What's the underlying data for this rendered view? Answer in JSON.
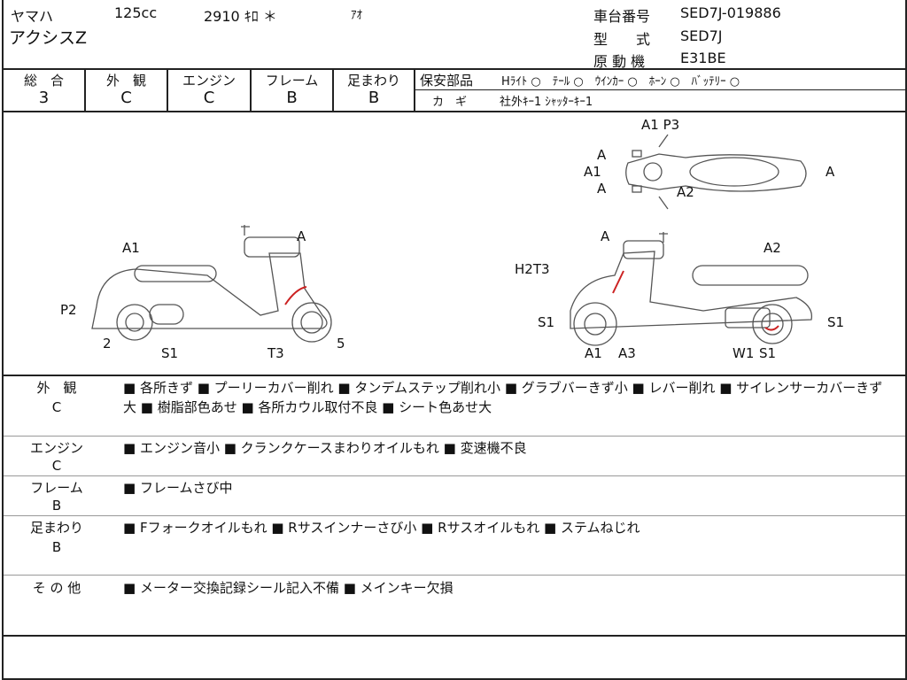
{
  "header": {
    "maker": "ヤマハ",
    "cc": "125cc",
    "mileage": "2910 ｷﾛ ＊",
    "color": "ｱｵ",
    "model": "アクシスZ",
    "frame_no_label": "車台番号",
    "frame_no": "SED7J-019886",
    "type_label": "型　　式",
    "type": "SED7J",
    "engine_label": "原 動 機",
    "engine": "E31BE"
  },
  "grades": [
    {
      "label": "総　合",
      "value": "3"
    },
    {
      "label": "外　観",
      "value": "C"
    },
    {
      "label": "エンジン",
      "value": "C"
    },
    {
      "label": "フレーム",
      "value": "B"
    },
    {
      "label": "足まわり",
      "value": "B"
    }
  ],
  "safety": {
    "label": "保安部品",
    "items": "Hﾗｲﾄ ○　ﾃｰﾙ ○　ｳｲﾝｶｰ ○　ﾎｰﾝ ○　ﾊﾞｯﾃﾘｰ ○",
    "key_label": "カ　ギ",
    "keys": "社外ｷｰ1 ｼｬｯﾀｰｷｰ1"
  },
  "diagram_labels": [
    "A1",
    "P2",
    "2",
    "S1",
    "T3",
    "5",
    "A",
    "A1 P3",
    "A",
    "A1",
    "A",
    "A2",
    "A",
    "A",
    "A2",
    "H2T3",
    "S1",
    "A1",
    "A3",
    "W1",
    "S1",
    "S1"
  ],
  "remarks": [
    {
      "label": "外　観",
      "grade": "C",
      "text": "■ 各所きず ■ プーリーカバー削れ ■ タンデムステップ削れ小 ■ グラブバーきず小 ■ レバー削れ ■ サイレンサーカバーきず大 ■ 樹脂部色あせ ■ 各所カウル取付不良 ■ シート色あせ大"
    },
    {
      "label": "エンジン",
      "grade": "C",
      "text": "■ エンジン音小 ■ クランクケースまわりオイルもれ ■ 変速機不良"
    },
    {
      "label": "フレーム",
      "grade": "B",
      "text": "■ フレームさび中"
    },
    {
      "label": "足まわり",
      "grade": "B",
      "text": "■ Fフォークオイルもれ ■ Rサスインナーさび小 ■ Rサスオイルもれ ■ ステムねじれ"
    },
    {
      "label": "そ の 他",
      "grade": "",
      "text": "■ メーター交換記録シール記入不備 ■ メインキー欠損"
    }
  ]
}
